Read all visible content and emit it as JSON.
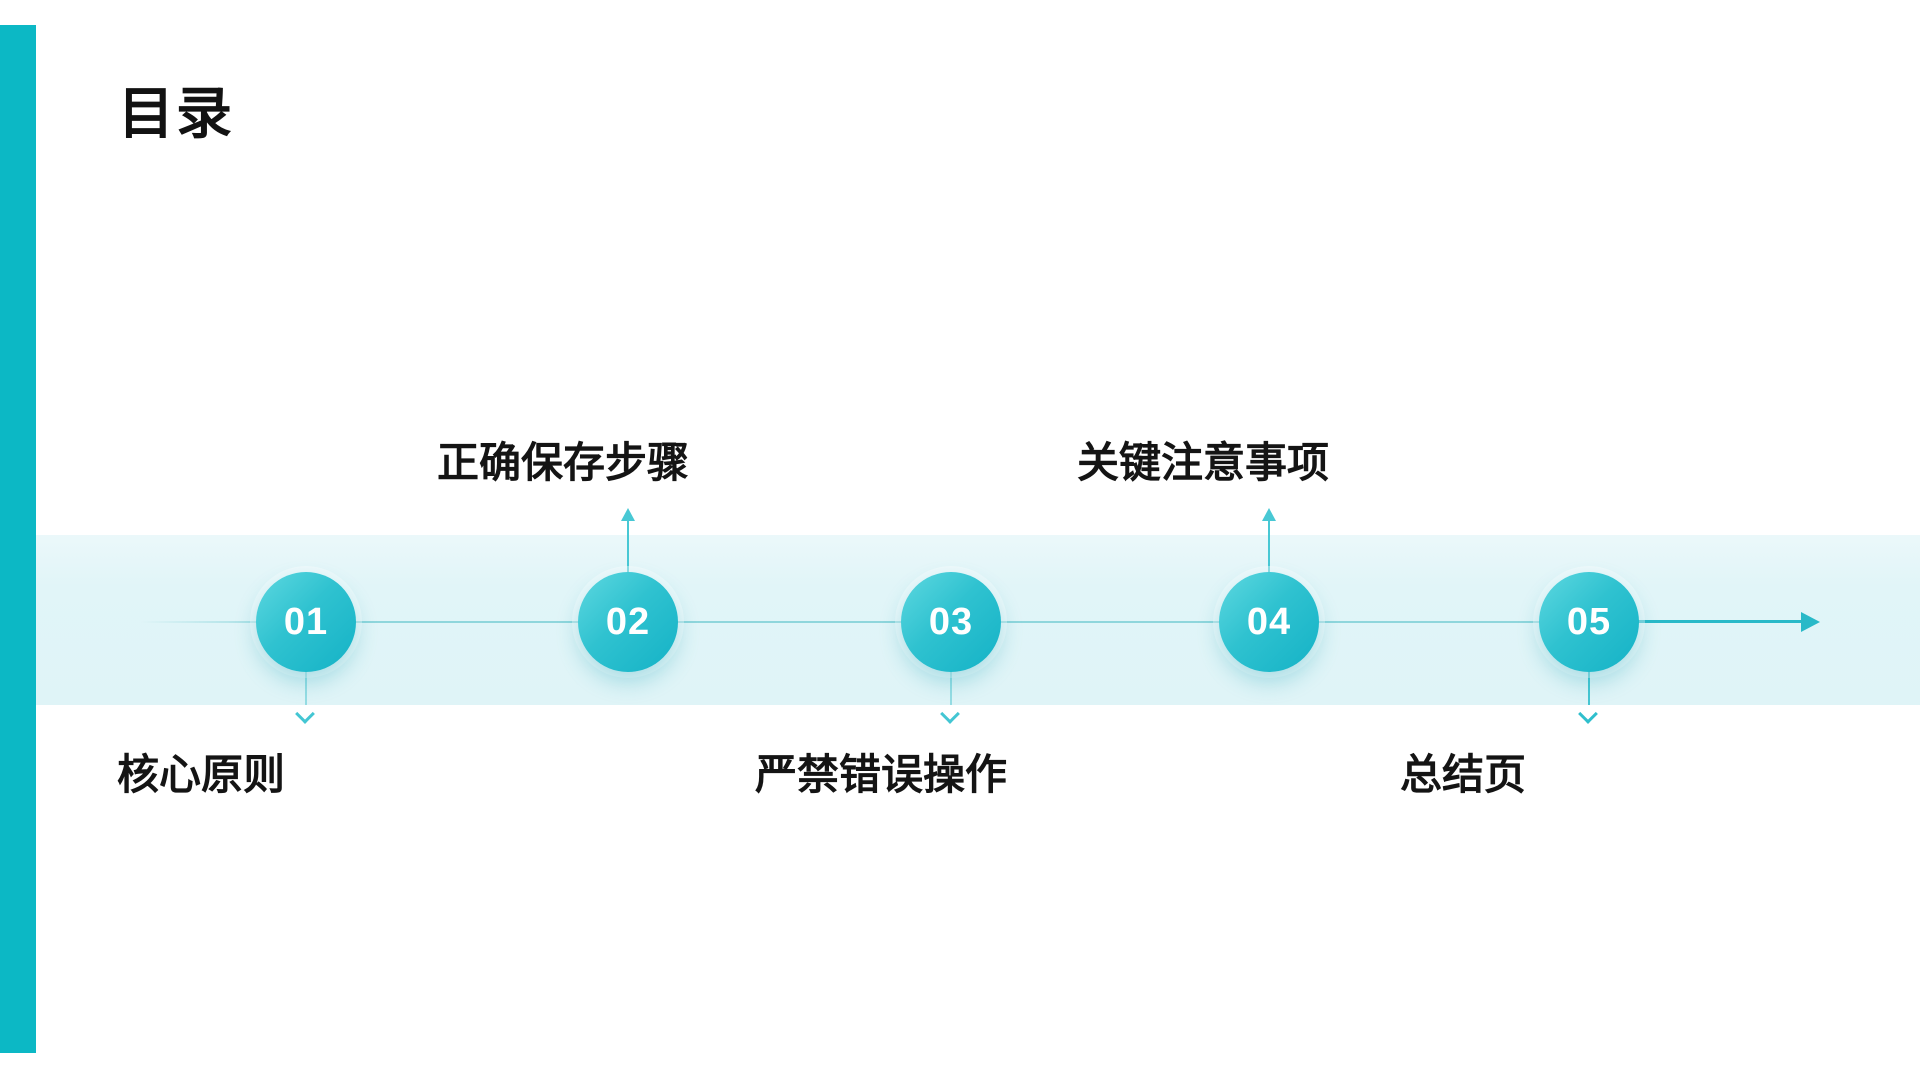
{
  "page": {
    "title": "目录"
  },
  "colors": {
    "accent_bar": "#0cb8c5",
    "band_background": "#e1f5f8",
    "circle_gradient_start": "#5ed8e0",
    "circle_gradient_end": "#14b2c6",
    "timeline_line": "#8fd6dc",
    "arrow": "#29b9c8",
    "text": "#141414",
    "number_text": "#ffffff"
  },
  "icons": {
    "up_arrow": "▲",
    "down_arrow": "▼",
    "right_arrow": "▶"
  },
  "timeline": {
    "items": [
      {
        "number": "01",
        "label": "核心原则",
        "label_position": "below"
      },
      {
        "number": "02",
        "label": "正确保存步骤",
        "label_position": "above"
      },
      {
        "number": "03",
        "label": "严禁错误操作",
        "label_position": "below"
      },
      {
        "number": "04",
        "label": "关键注意事项",
        "label_position": "above"
      },
      {
        "number": "05",
        "label": "总结页",
        "label_position": "below"
      }
    ]
  }
}
